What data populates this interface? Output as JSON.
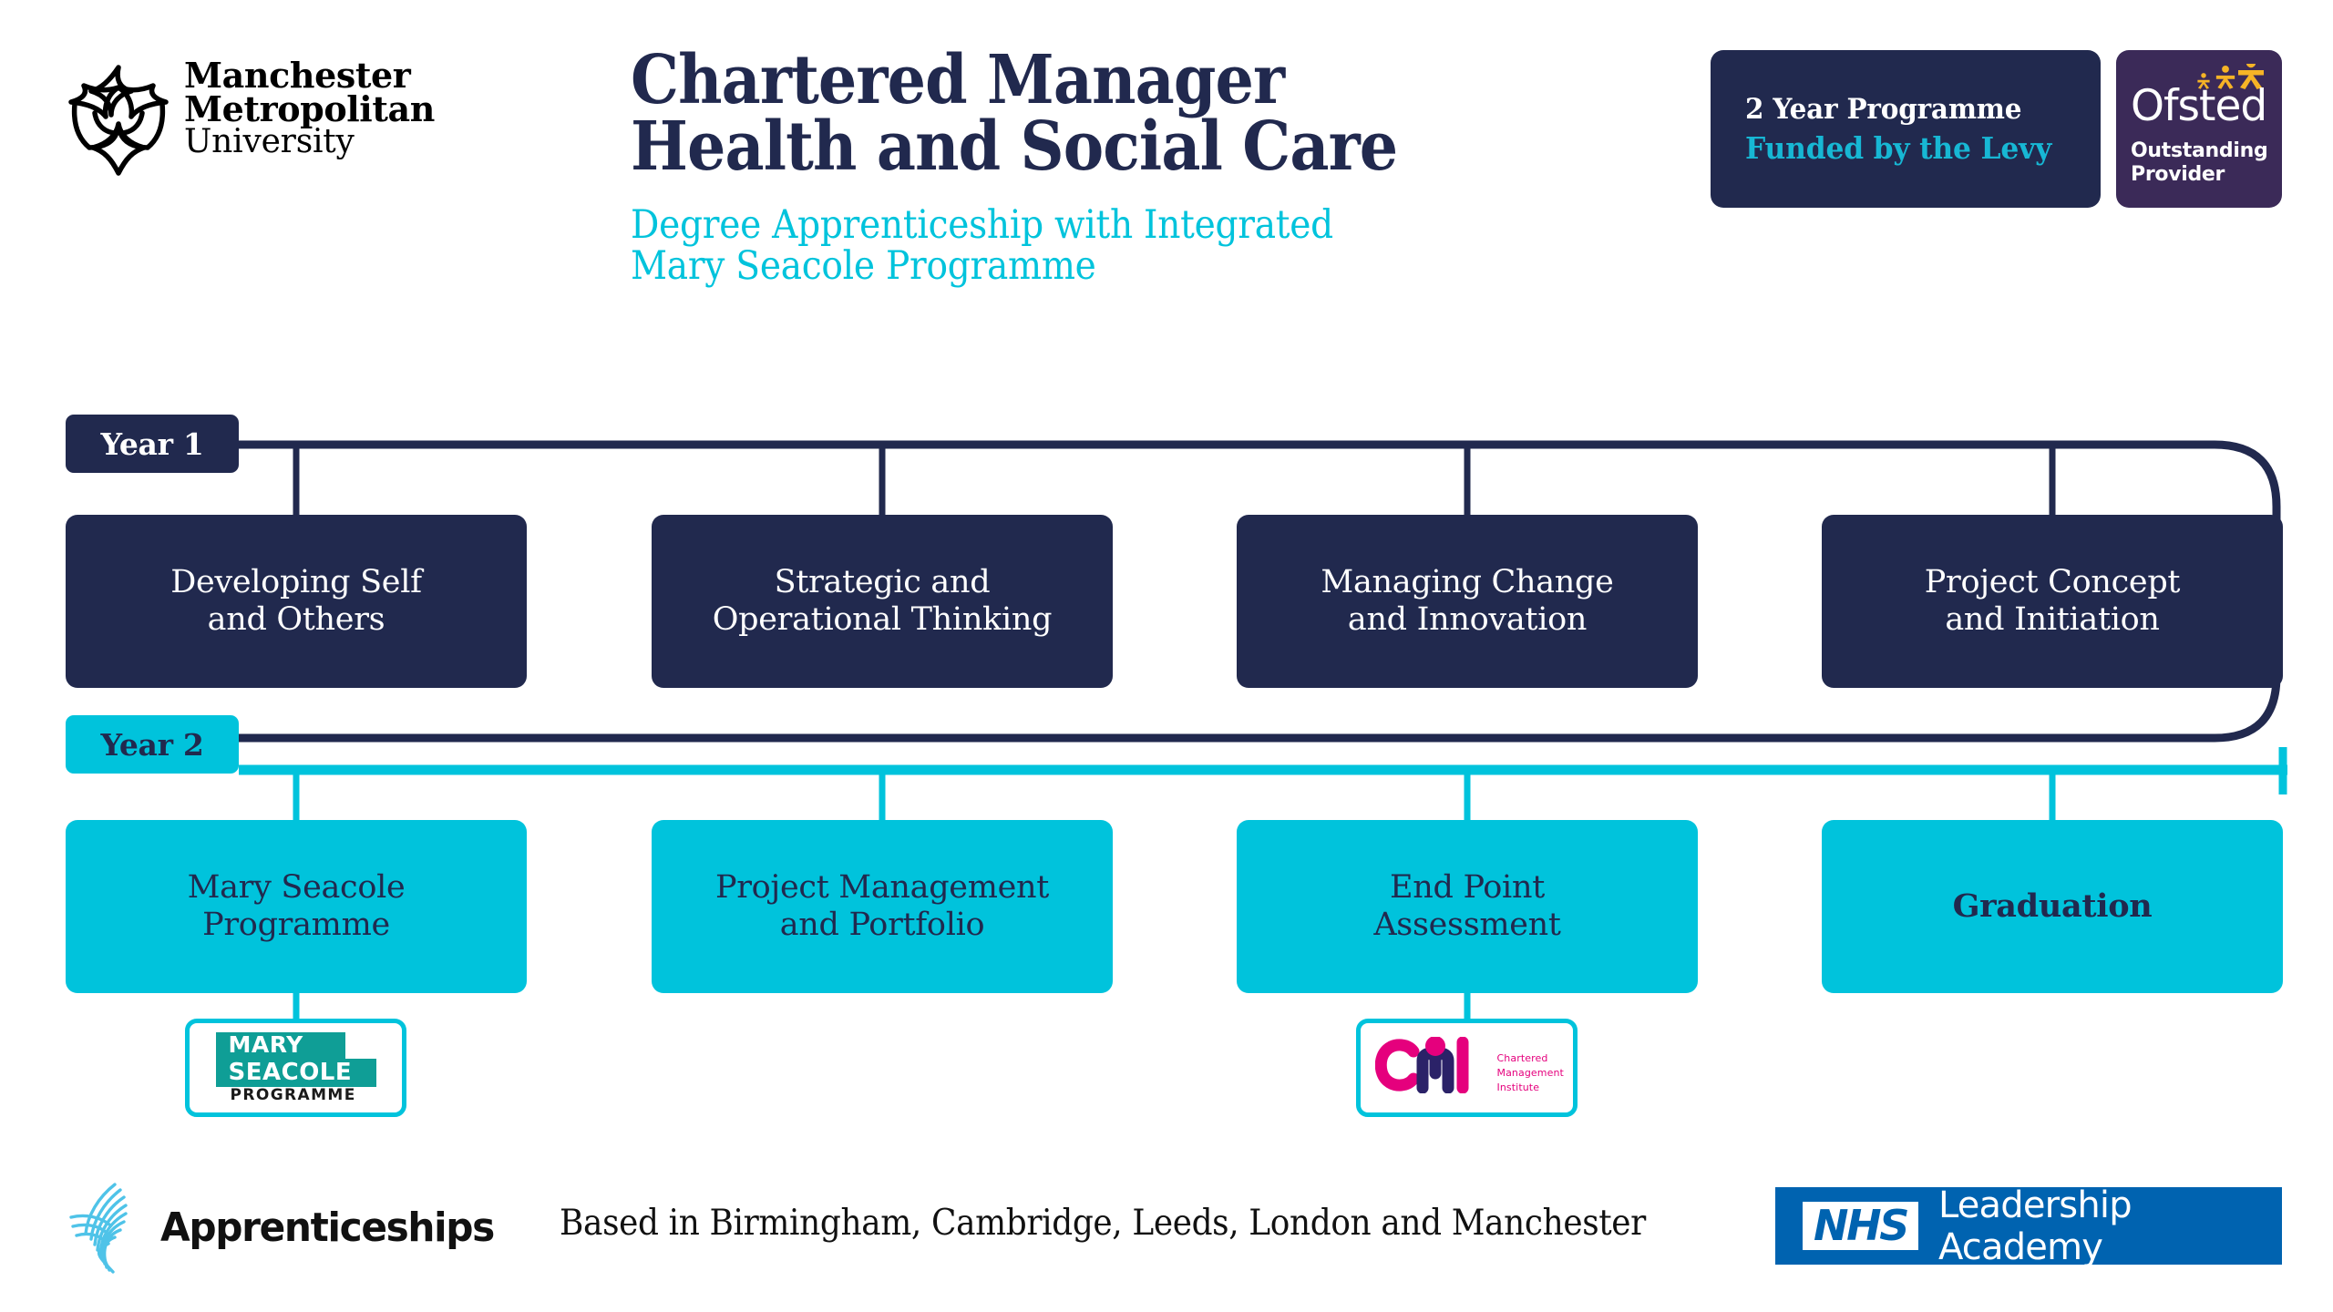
{
  "brand": {
    "university_name_line1": "Manchester",
    "university_name_line2": "Metropolitan",
    "university_name_line3": "University",
    "logo_icon": "mmu-trefoil-icon"
  },
  "header": {
    "title": "Chartered Manager\nHealth and Social Care",
    "subtitle": "Degree Apprenticeship with Integrated\nMary Seacole Programme",
    "levy_badge": {
      "line1": "2 Year Programme",
      "line2": "Funded by the Levy"
    },
    "ofsted_badge": {
      "wordmark": "Ofsted",
      "rating": "Outstanding\nProvider",
      "stars_icon": "ofsted-three-stars-icon"
    }
  },
  "timeline": {
    "year1": {
      "label": "Year 1",
      "modules": [
        {
          "label": "Developing Self\nand Others"
        },
        {
          "label": "Strategic and\nOperational Thinking"
        },
        {
          "label": "Managing Change\nand Innovation"
        },
        {
          "label": "Project Concept\nand Initiation"
        }
      ]
    },
    "year2": {
      "label": "Year 2",
      "modules": [
        {
          "label": "Mary Seacole\nProgramme",
          "bold": false
        },
        {
          "label": "Project Management\nand Portfolio",
          "bold": false
        },
        {
          "label": "End Point\nAssessment",
          "bold": false
        },
        {
          "label": "Graduation",
          "bold": true
        }
      ]
    }
  },
  "partner_logos": {
    "mary_seacole": {
      "line1": "MARY",
      "line2": "SEACOLE",
      "line3": "PROGRAMME",
      "icon": "mary-seacole-programme-logo"
    },
    "cmi": {
      "letters": "CMI",
      "strapline": "Chartered\nManagement\nInstitute",
      "icon": "cmi-logo"
    }
  },
  "footer": {
    "apprenticeships_label": "Apprenticeships",
    "apprenticeships_icon": "apprenticeships-swirl-icon",
    "locations": "Based in Birmingham, Cambridge, Leeds, London and Manchester",
    "nhs": {
      "mark": "NHS",
      "label": "Leadership Academy",
      "icon": "nhs-leadership-academy-logo"
    }
  },
  "colors": {
    "navy": "#21294e",
    "cyan": "#00c3dc",
    "ofsted_purple": "#3b2a58",
    "ofsted_yellow": "#f6b426",
    "seacole_teal": "#0f9e96",
    "cmi_pink": "#e5007d",
    "nhs_blue": "#0063b0",
    "background": "#ffffff"
  }
}
